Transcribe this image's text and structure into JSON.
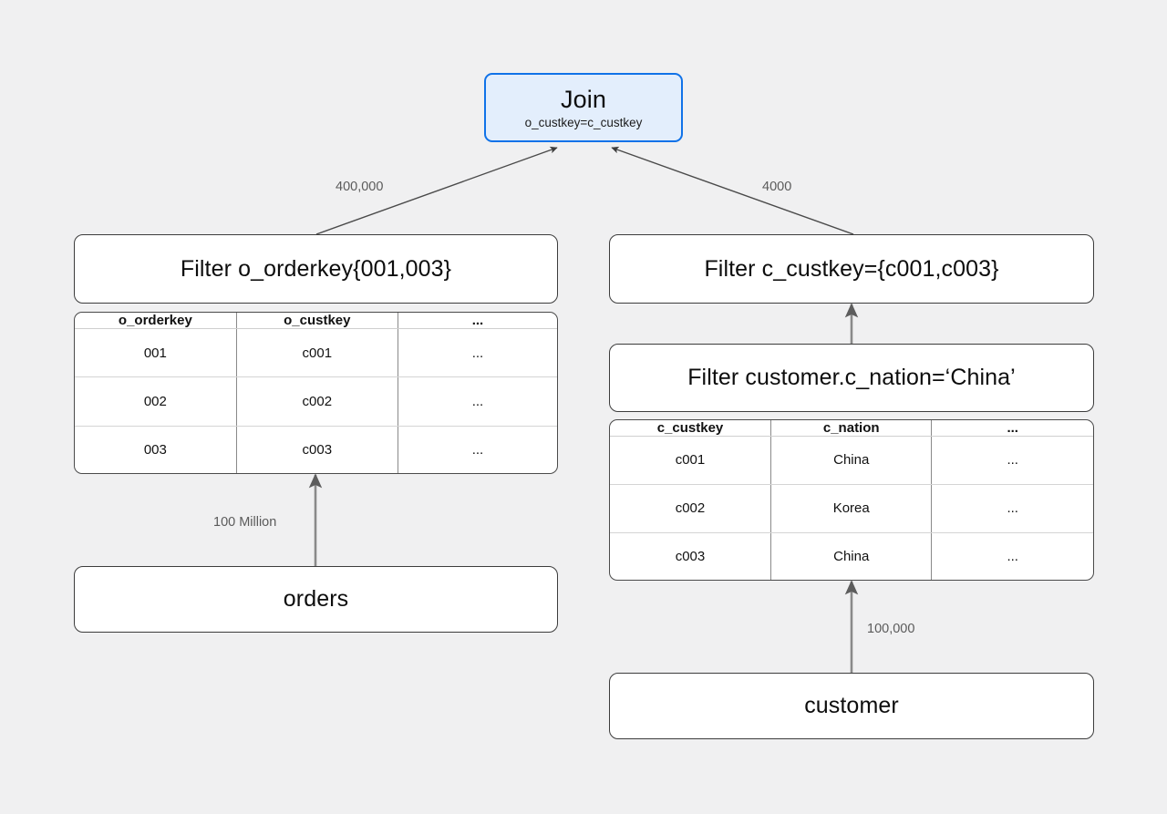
{
  "diagram": {
    "title": "Query plan: join of orders and customer",
    "background_color": "#f0f0f1",
    "accent_color": "#1072e8",
    "accent_fill": "#e3eefc",
    "edge_color": "#4a4a4a",
    "vertical_edge_color": "#8a8a8a"
  },
  "nodes": {
    "join": {
      "label": "Join",
      "condition": "o_custkey=c_custkey"
    },
    "filter_orders": {
      "label": "Filter o_orderkey{001,003}"
    },
    "filter_custkey": {
      "label": "Filter c_custkey={c001,c003}"
    },
    "filter_nation": {
      "label": "Filter customer.c_nation=‘China’"
    },
    "orders_source": {
      "label": "orders"
    },
    "customer_source": {
      "label": "customer"
    }
  },
  "tables": {
    "orders": {
      "columns": [
        "o_orderkey",
        "o_custkey",
        "..."
      ],
      "rows": [
        [
          "001",
          "c001",
          "..."
        ],
        [
          "002",
          "c002",
          "..."
        ],
        [
          "003",
          "c003",
          "..."
        ]
      ]
    },
    "customer": {
      "columns": [
        "c_custkey",
        "c_nation",
        "..."
      ],
      "rows": [
        [
          "c001",
          "China",
          "..."
        ],
        [
          "c002",
          "Korea",
          "..."
        ],
        [
          "c003",
          "China",
          "..."
        ]
      ]
    }
  },
  "edge_labels": {
    "orders_to_join": "400,000",
    "customer_to_join": "4000",
    "orders_scan": "100 Million",
    "customer_scan": "100,000"
  }
}
